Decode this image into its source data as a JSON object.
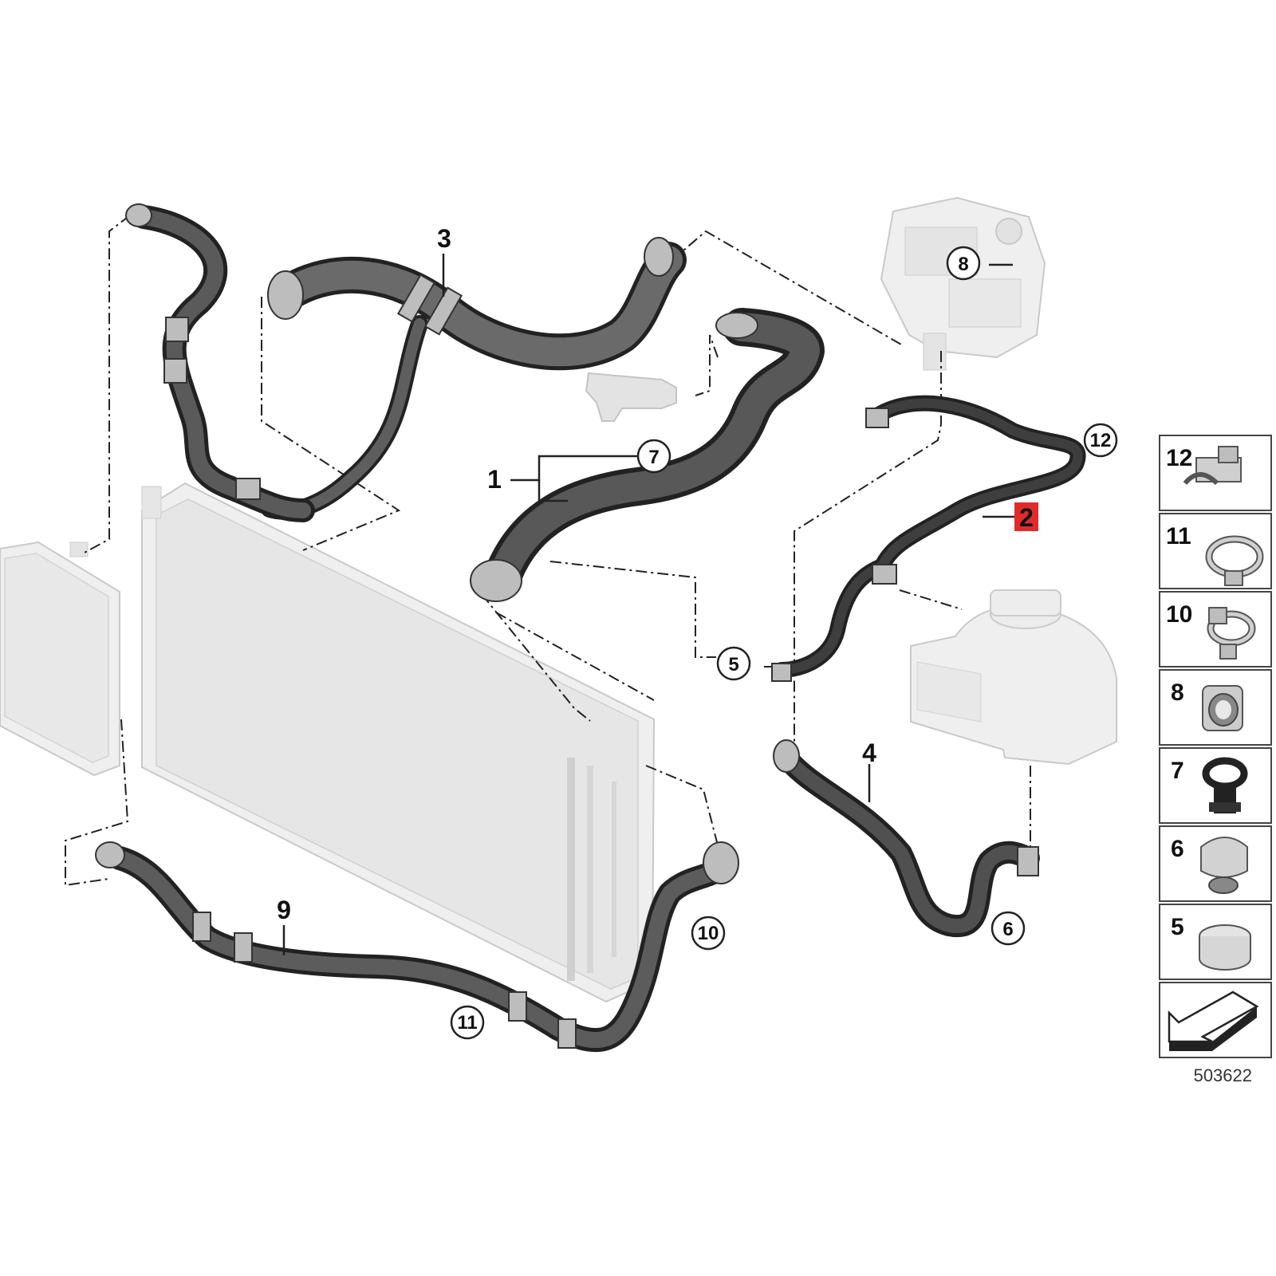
{
  "diagram": {
    "part_labels": {
      "p1": "1",
      "p2": "2",
      "p3": "3",
      "p4": "4",
      "p9": "9"
    },
    "callouts": {
      "c5": "5",
      "c6": "6",
      "c7": "7",
      "c8": "8",
      "c10": "10",
      "c11": "11",
      "c12": "12"
    },
    "highlight_color": "#e02b2b",
    "hose_color": "#4a4a4a",
    "panel": {
      "items": [
        {
          "num": "12",
          "icon": "clip-holder-icon"
        },
        {
          "num": "11",
          "icon": "hose-clamp-icon"
        },
        {
          "num": "10",
          "icon": "hose-clip-icon"
        },
        {
          "num": "8",
          "icon": "quick-connector-icon"
        },
        {
          "num": "7",
          "icon": "cable-tie-clip-icon"
        },
        {
          "num": "6",
          "icon": "retaining-clip-icon"
        },
        {
          "num": "5",
          "icon": "band-clamp-icon"
        }
      ],
      "arrow_icon": "direction-arrow-icon"
    },
    "reference_number": "503622"
  }
}
